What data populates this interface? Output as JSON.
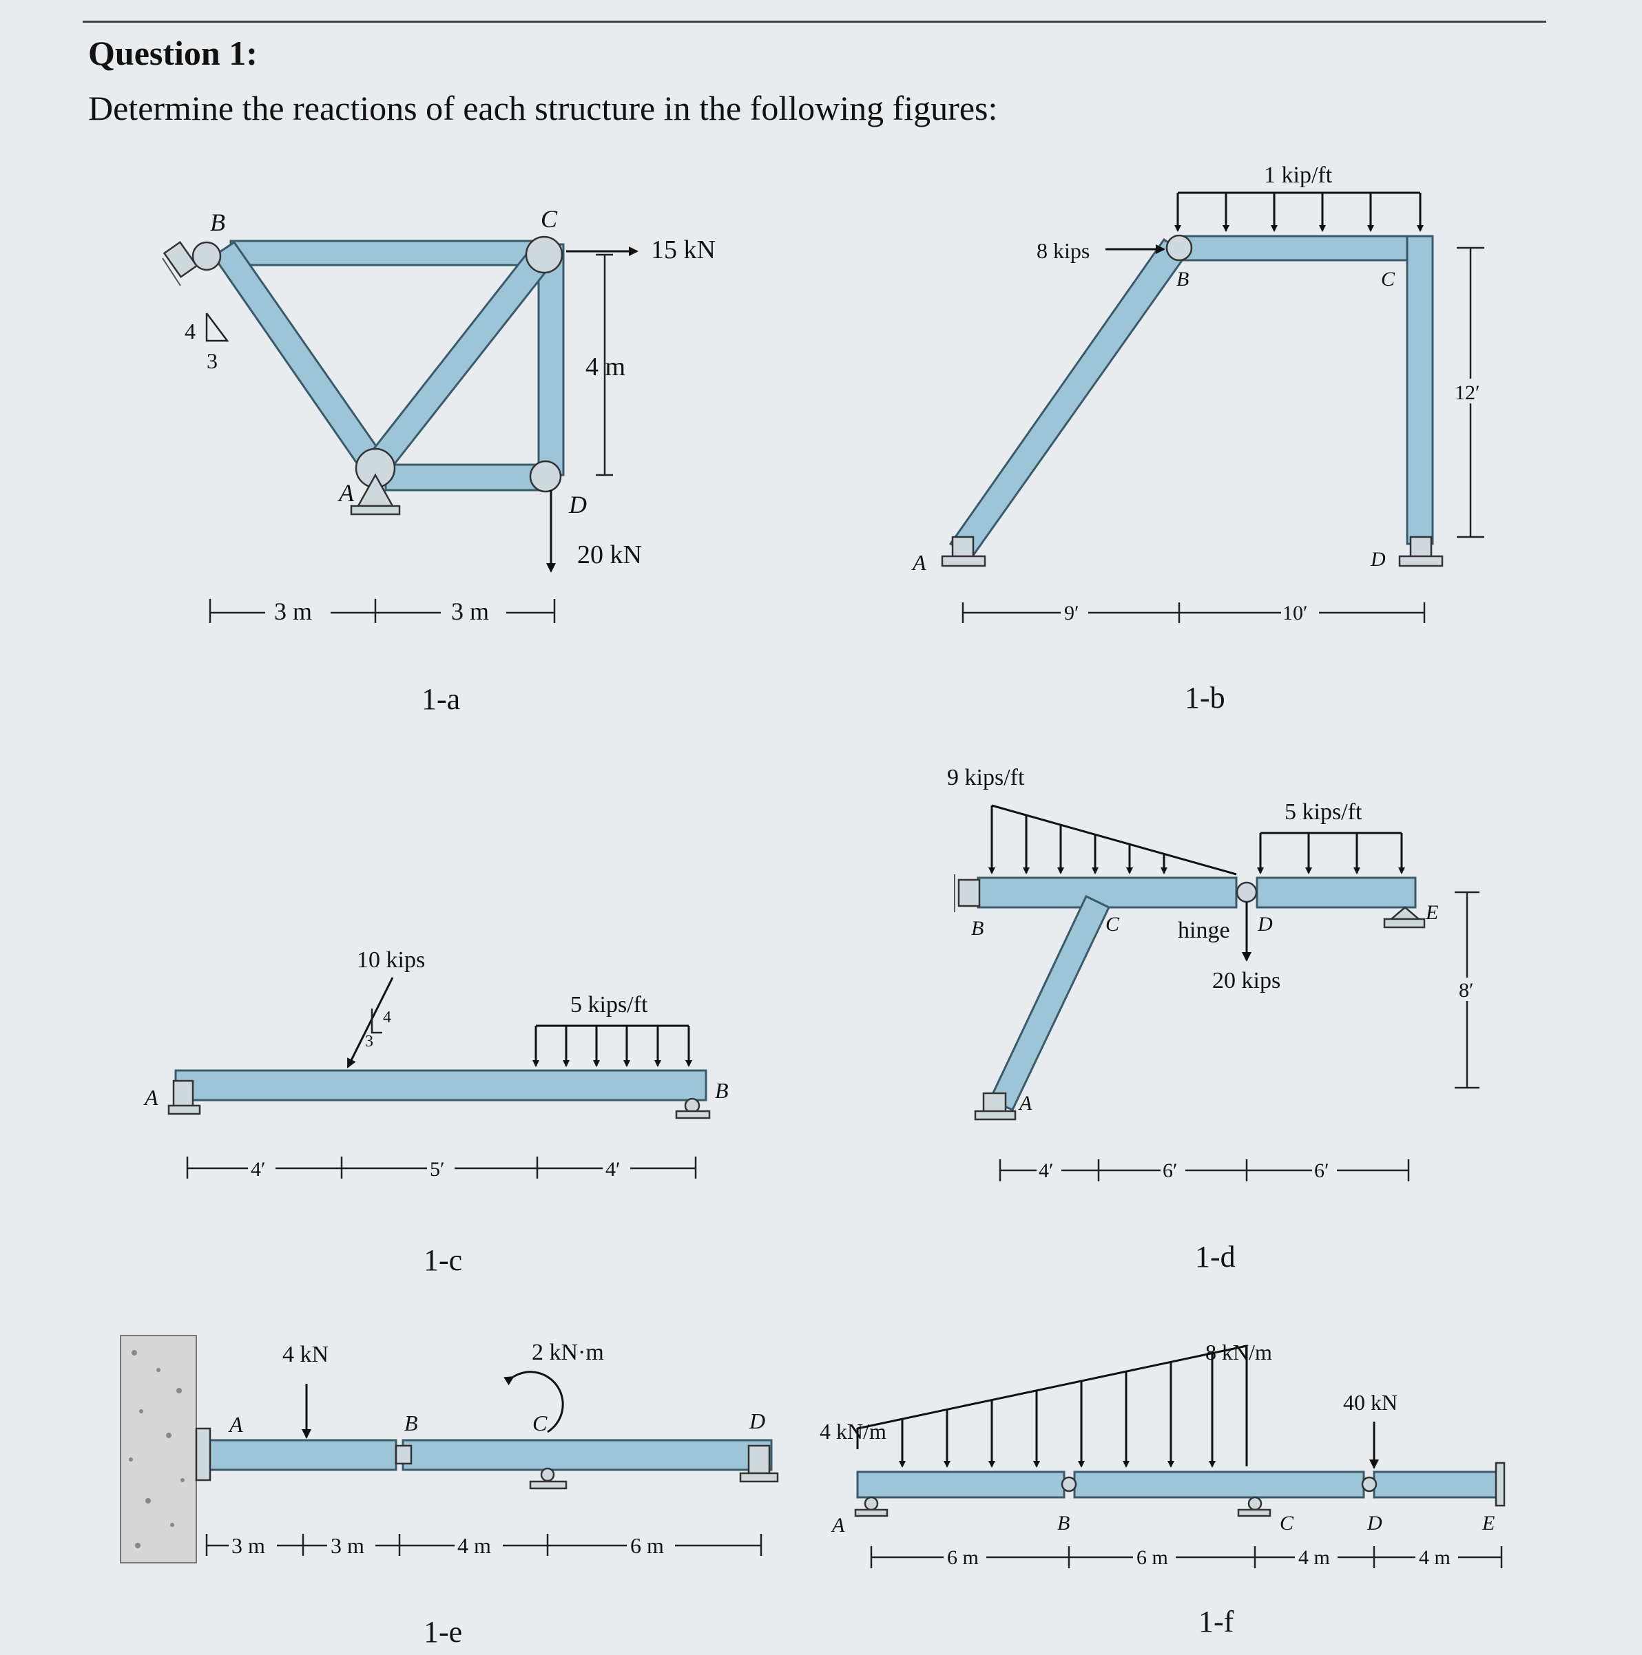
{
  "header": {
    "title": "Question 1:",
    "prompt": "Determine the reactions of each structure in the following figures:"
  },
  "figures": {
    "fig_a": {
      "caption": "1-a",
      "labels": [
        "B",
        "C",
        "A",
        "D"
      ],
      "slope_big": "4",
      "slope_small": "3",
      "load_h": "15 kN",
      "load_v": "20 kN",
      "height": "4 m",
      "spans": [
        "3 m",
        "3 m"
      ]
    },
    "fig_b": {
      "caption": "1-b",
      "labels": [
        "A",
        "B",
        "C",
        "D"
      ],
      "load_dist": "1 kip/ft",
      "load_h": "8 kips",
      "height": "12′",
      "spans": [
        "9′",
        "10′"
      ]
    },
    "fig_c": {
      "caption": "1-c",
      "labels": [
        "A",
        "B"
      ],
      "load_point": "10 kips",
      "slope_big": "4",
      "slope_small": "3",
      "load_dist": "5 kips/ft",
      "spans": [
        "4′",
        "5′",
        "4′"
      ]
    },
    "fig_d": {
      "caption": "1-d",
      "labels": [
        "B",
        "C",
        "D",
        "E",
        "A"
      ],
      "load_tri": "9 kips/ft",
      "load_dist": "5 kips/ft",
      "hinge": "hinge",
      "load_point": "20 kips",
      "height": "8′",
      "spans": [
        "4′",
        "6′",
        "6′"
      ]
    },
    "fig_e": {
      "caption": "1-e",
      "labels": [
        "A",
        "B",
        "C",
        "D"
      ],
      "load_point": "4 kN",
      "moment": "2 kN·m",
      "spans": [
        "3 m",
        "3 m",
        "4 m",
        "6 m"
      ]
    },
    "fig_f": {
      "caption": "1-f",
      "labels": [
        "A",
        "B",
        "C",
        "D",
        "E"
      ],
      "load_lo": "4 kN/m",
      "load_hi": "8 kN/m",
      "load_point": "40 kN",
      "spans": [
        "6 m",
        "6 m",
        "4 m",
        "4 m"
      ]
    }
  }
}
